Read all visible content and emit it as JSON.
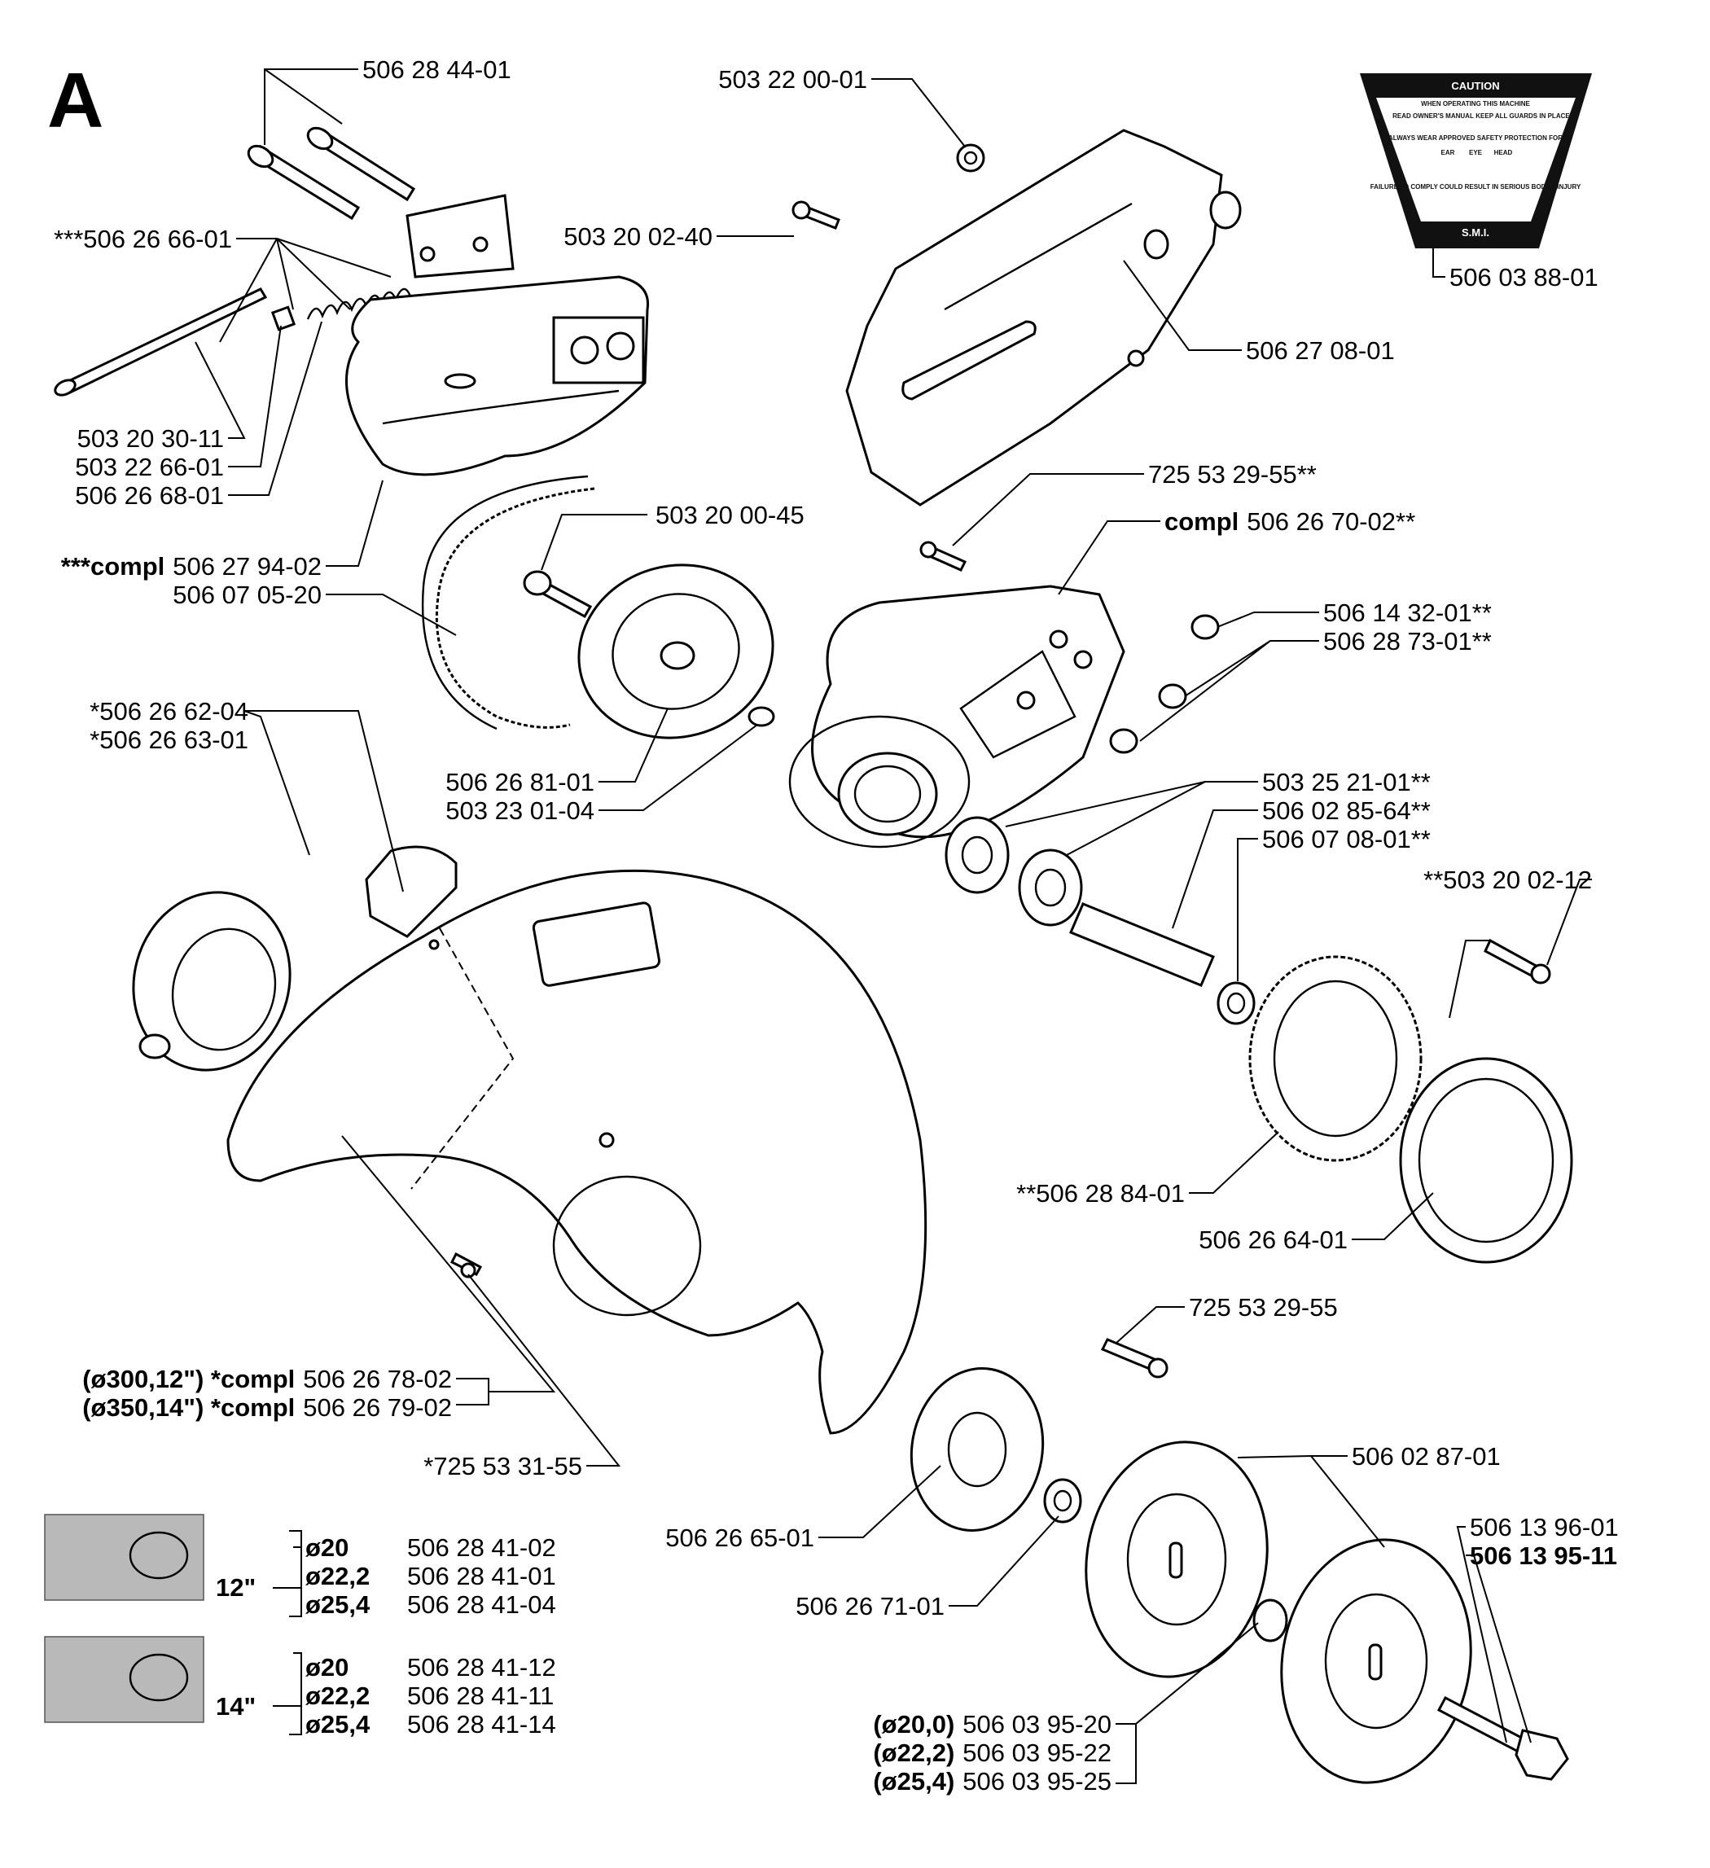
{
  "section_letter": "A",
  "labels": {
    "bolt_top": "506 28 44-01",
    "cover_screw_kit": "***506 26 66-01",
    "long_screw": "503 20 30-11",
    "nut_square": "503 22 66-01",
    "spring": "506 26 68-01",
    "belt_cover_compl_prefix": "***compl",
    "belt_cover_compl": "506 27 94-02",
    "belt": "506 07 05-20",
    "pulley_bolt": "503 20 00-45",
    "pulley": "506 26 81-01",
    "washer": "503 23 01-04",
    "nut_top": "503 22 00-01",
    "screw_top": "503 20 02-40",
    "arm_cover": "506 27 08-01",
    "decal": "506 03 88-01",
    "screw_arm": "725 53 29-55**",
    "arm_compl_prefix": "compl",
    "arm_compl": "506 26 70-02**",
    "nut_arm": "506 14 32-01**",
    "stud_arm": "506 28 73-01**",
    "bearing": "503 25 21-01**",
    "spindle": "506 02 85-64**",
    "spacer": "506 07 08-01**",
    "screw_ring": "**503 20 02-12",
    "ring_serrated": "**506 28 84-01",
    "ring_cover": "506 26 64-01",
    "handle_a": "*506 26 62-04",
    "handle_b": "*506 26 63-01",
    "guard_300_prefix": "(ø300,12\") *compl",
    "guard_300": "506 26 78-02",
    "guard_350_prefix": "(ø350,14\") *compl",
    "guard_350": "506 26 79-02",
    "guard_screw": "*725 53 31-55",
    "screw_flange": "725 53 29-55",
    "flange_inner": "506 26 65-01",
    "bushing": "506 26 71-01",
    "flange_outer": "506 02 87-01",
    "blade_bolt_a": "506 13 96-01",
    "blade_bolt_b": "506 13 95-11",
    "ring_20_prefix": "(ø20,0)",
    "ring_20": "506 03 95-20",
    "ring_222_prefix": "(ø22,2)",
    "ring_222": "506 03 95-22",
    "ring_254_prefix": "(ø25,4)",
    "ring_254": "506 03 95-25"
  },
  "caution_decal": {
    "title": "CAUTION",
    "line1": "WHEN OPERATING THIS MACHINE",
    "read": "READ OWNER'S MANUAL",
    "keep": "KEEP ALL GUARDS IN PLACE",
    "wear": "ALWAYS WEAR APPROVED SAFETY PROTECTION FOR",
    "ear": "EAR",
    "eye": "EYE",
    "head": "HEAD",
    "failure": "FAILURE TO COMPLY COULD RESULT IN SERIOUS BODILY INJURY",
    "brand": "S.M.I."
  },
  "blade_table": [
    {
      "size": "12\"",
      "rows": [
        {
          "dia": "ø20",
          "part": "506 28 41-02"
        },
        {
          "dia": "ø22,2",
          "part": "506 28 41-01"
        },
        {
          "dia": "ø25,4",
          "part": "506 28 41-04"
        }
      ]
    },
    {
      "size": "14\"",
      "rows": [
        {
          "dia": "ø20",
          "part": "506 28 41-12"
        },
        {
          "dia": "ø22,2",
          "part": "506 28 41-11"
        },
        {
          "dia": "ø25,4",
          "part": "506 28 41-14"
        }
      ]
    }
  ],
  "colors": {
    "ink": "#000000",
    "paper": "#ffffff",
    "decal_grey": "#b9b9b9"
  }
}
